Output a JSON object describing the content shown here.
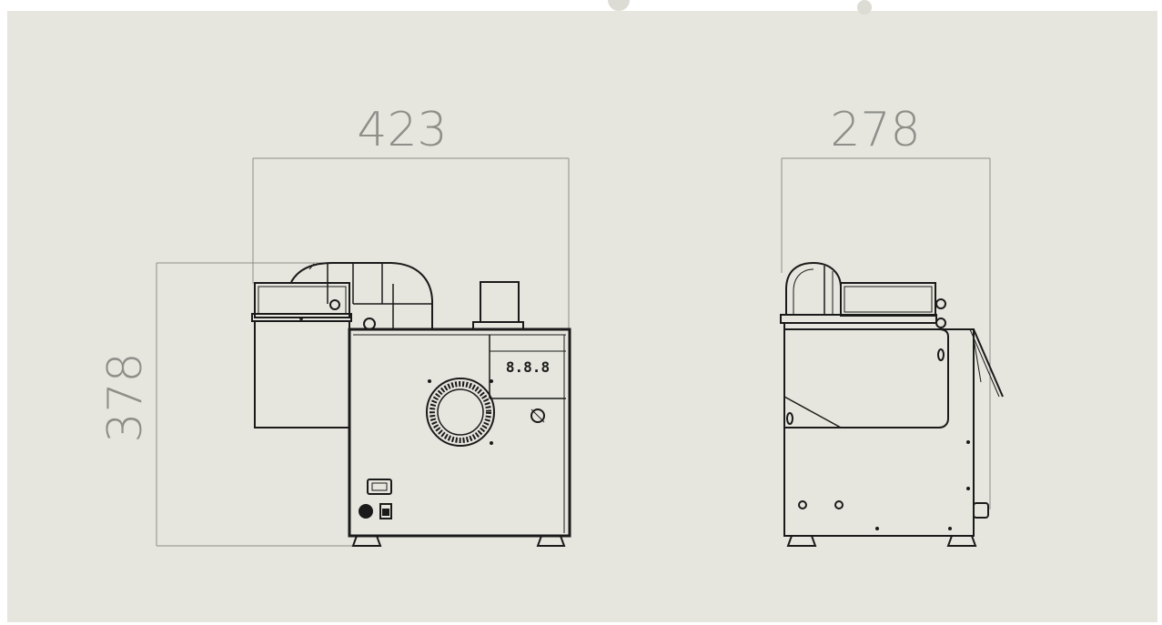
{
  "drawing": {
    "background_color": "#e6e6de",
    "line_color": "#1a1a1a",
    "dimension_color": "#8e8e8a",
    "front_view": {
      "width_label": "423",
      "height_label": "378",
      "display_segments": "8.8.8"
    },
    "side_view": {
      "width_label": "278"
    }
  }
}
